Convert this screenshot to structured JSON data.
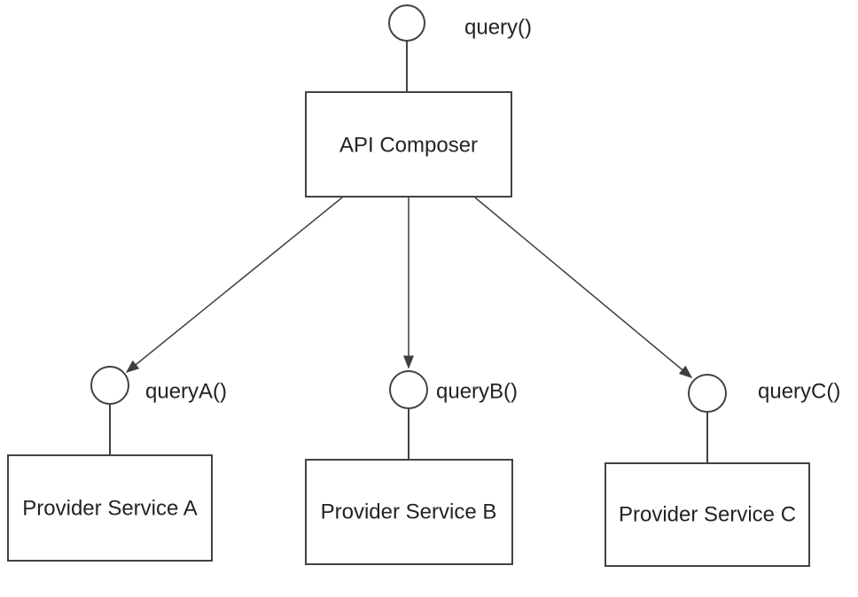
{
  "diagram": {
    "composer": {
      "label": "API Composer",
      "interface_label": "query()"
    },
    "providers": [
      {
        "label": "Provider Service A",
        "interface_label": "queryA()"
      },
      {
        "label": "Provider Service B",
        "interface_label": "queryB()"
      },
      {
        "label": "Provider Service C",
        "interface_label": "queryC()"
      }
    ],
    "colors": {
      "stroke": "#424242",
      "arrow": "#3f3f3f",
      "text": "#232323",
      "background": "#ffffff"
    }
  }
}
